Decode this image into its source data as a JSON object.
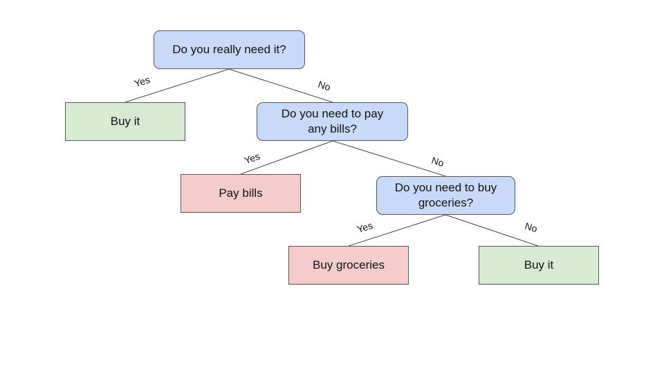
{
  "nodes": {
    "q1": "Do you really need it?",
    "q2": "Do you need to pay any bills?",
    "q3": "Do you need to buy groceries?",
    "buy_it_1": "Buy it",
    "pay_bills": "Pay bills",
    "buy_groceries": "Buy groceries",
    "buy_it_2": "Buy it"
  },
  "edges": {
    "q1_yes": "Yes",
    "q1_no": "No",
    "q2_yes": "Yes",
    "q2_no": "No",
    "q3_yes": "Yes",
    "q3_no": "No"
  },
  "colors": {
    "decision": "#c9daf8",
    "positive_outcome": "#d9ead3",
    "negative_outcome": "#f4cccc"
  }
}
